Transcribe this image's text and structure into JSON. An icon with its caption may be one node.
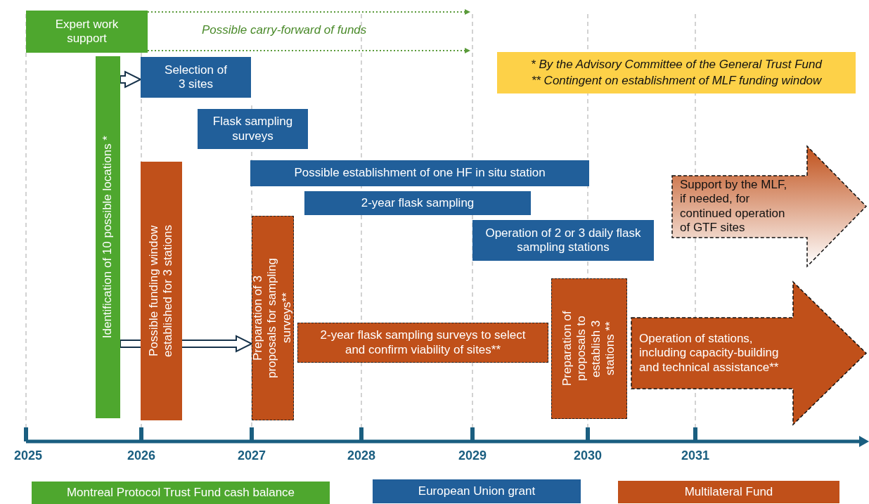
{
  "diagram": {
    "nodes": [
      {
        "text": [
          "Expert work support"
        ]
      },
      {
        "text": [
          "Identification of 10 possible locations *"
        ]
      },
      {
        "text": [
          "Selection of 3 sites"
        ]
      },
      {
        "text": [
          "Flask sampling surveys"
        ]
      },
      {
        "text": [
          "Possible funding window established for 3 stations"
        ]
      },
      {
        "text": [
          "Possible establishment of one HF in situ station"
        ]
      },
      {
        "text": [
          "2-year flask sampling"
        ]
      },
      {
        "text": [
          "Preparation of 3 proposals for sampling surveys**"
        ]
      },
      {
        "text": [
          "Operation of 2 or 3 daily flask sampling stations"
        ]
      },
      {
        "text": [
          "Support by the MLF, if needed, for continued operation of GTF sites"
        ]
      },
      {
        "text": [
          "2-year flask sampling surveys to select and confirm viability of sites**"
        ]
      },
      {
        "text": [
          "Preparation of proposals to establish 3 stations **"
        ]
      },
      {
        "text": [
          "Operation of stations, including capacity-building and technical assistance**"
        ]
      },
      {
        "text": [
          "* By the Advisory Committee of the General Trust Fund",
          "** Contingent on establishment of MLF funding window"
        ]
      }
    ],
    "edges": [
      {
        "from": 1,
        "to": 2,
        "arrow": "to"
      },
      {
        "from": 1,
        "to": 7,
        "arrow": "to"
      },
      {
        "from": 0,
        "to": null,
        "arrow": "to",
        "style": "dashed",
        "color": "#5a9a3a"
      },
      {
        "from": 0,
        "to": null,
        "arrow": "to",
        "style": "dashed",
        "color": "#5a9a3a"
      }
    ],
    "labels": [
      "Possible carry-forward of funds",
      "2025",
      "2026",
      "2027",
      "2028",
      "2029",
      "2030",
      "2031"
    ],
    "legend": [
      {
        "text": "Montreal Protocol Trust Fund cash balance",
        "color": "#4ea72e"
      },
      {
        "text": "European Union grant",
        "color": "#215f9a"
      },
      {
        "text": "Multilateral Fund",
        "color": "#c0501a"
      }
    ]
  }
}
